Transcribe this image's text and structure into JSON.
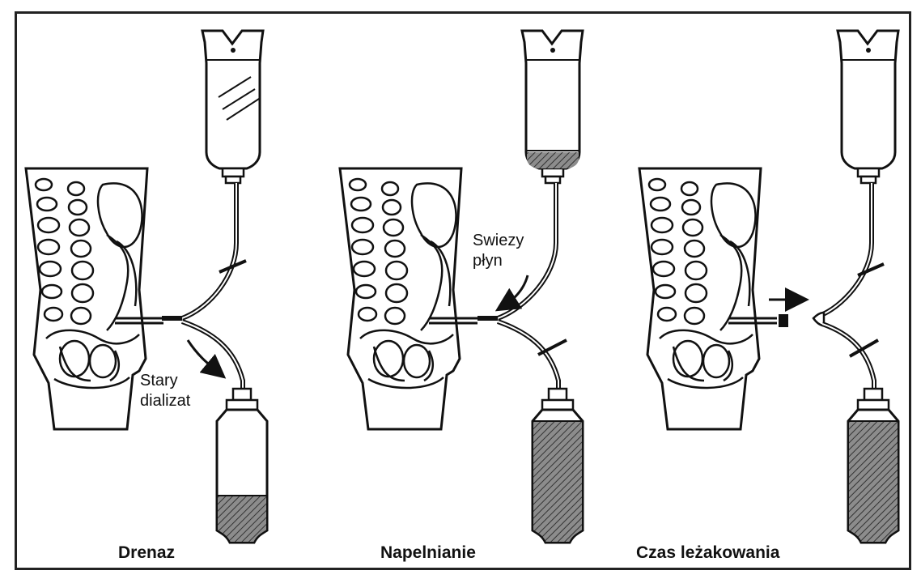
{
  "panels": [
    {
      "caption": "Drenaz",
      "annotation_lines": [
        "Stary",
        "dializat"
      ]
    },
    {
      "caption": "Napelnianie",
      "annotation_lines": [
        "Swiezy",
        "płyn"
      ]
    },
    {
      "caption": "Czas leżakowania",
      "annotation_lines": []
    }
  ],
  "colors": {
    "ink": "#111111",
    "background": "#ffffff",
    "fluid_fill": "#7a7a7a"
  },
  "icons": [
    "body-cross-section",
    "iv-bag",
    "drainage-bottle",
    "flow-arrow",
    "clamp"
  ]
}
